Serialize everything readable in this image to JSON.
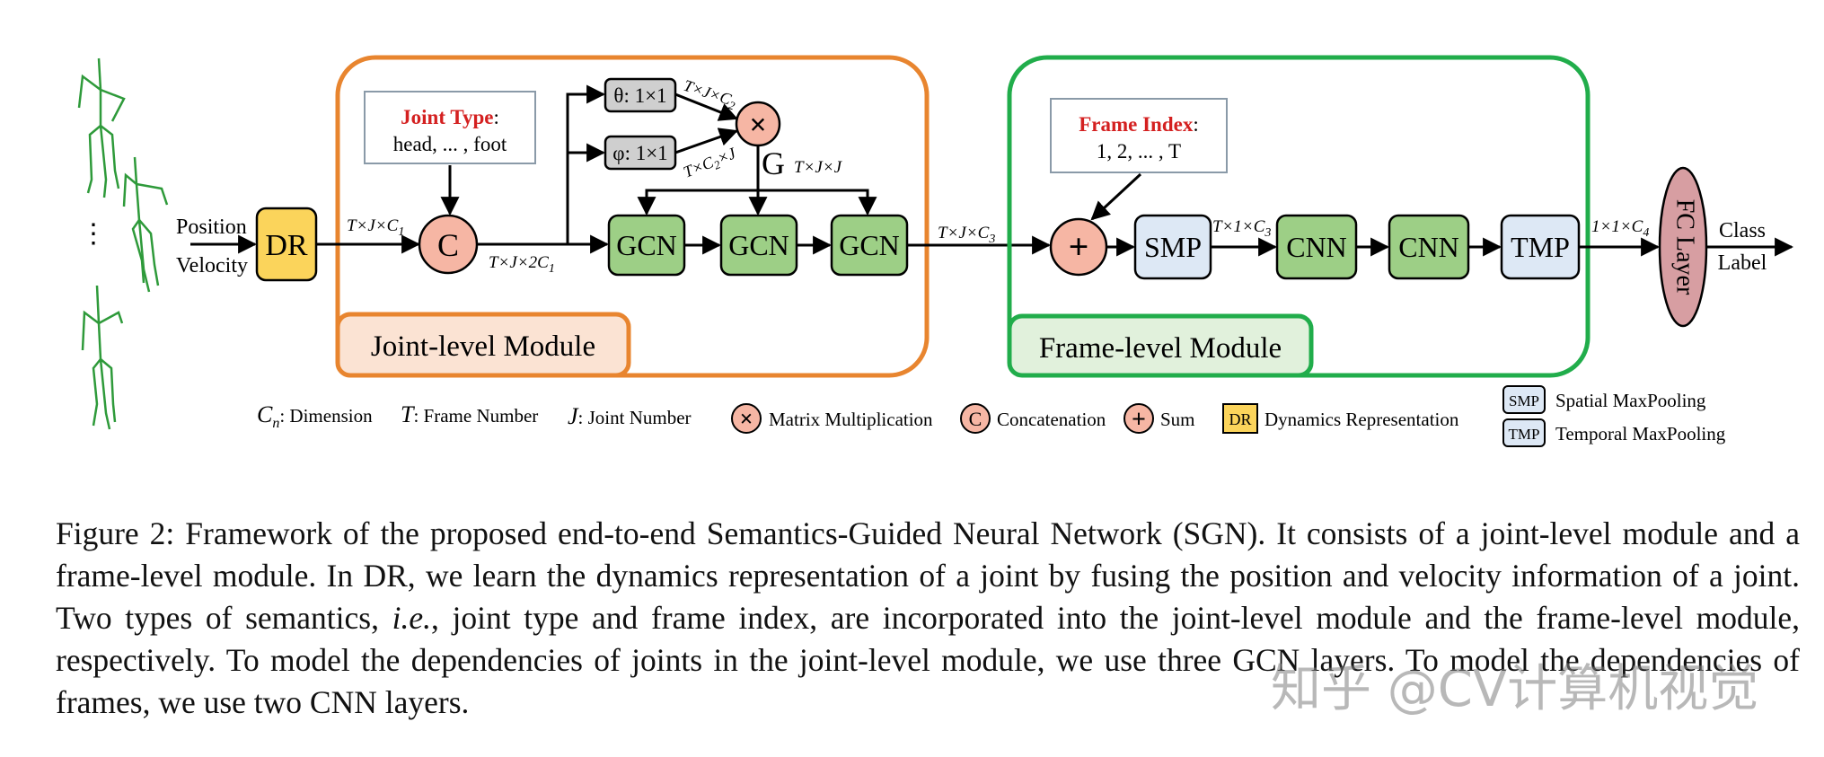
{
  "inputs": {
    "position": "Position",
    "velocity": "Velocity",
    "ellipsis": "⋮"
  },
  "dr": {
    "label": "DR"
  },
  "joint_type": {
    "title": "Joint Type",
    "colon": ":",
    "values": "head, ... , foot"
  },
  "frame_index": {
    "title": "Frame Index",
    "colon": ":",
    "values": "1, 2,  ... , T"
  },
  "ops": {
    "concat": "C",
    "matmul": "×",
    "sum": "+"
  },
  "theta": {
    "label": "θ: 1×1"
  },
  "phi": {
    "label": "φ: 1×1"
  },
  "dims": {
    "tjc1": "T×J×C",
    "tjc1_sub": "1",
    "tj2c1": "T×J×2C",
    "tj2c1_sub": "1",
    "tjc2_top": "T×J×C",
    "tjc2_top_sub": "2",
    "tc2j": "T×C",
    "tc2j_sub": "2",
    "tc2j_tail": "×J",
    "g": "G",
    "gdim": "T×J×J",
    "tjc3": "T×J×C",
    "tjc3_sub": "3",
    "t1c3": "T×1×C",
    "t1c3_sub": "3",
    "c4": "1×1×C",
    "c4_sub": "4"
  },
  "joint_blocks": [
    "GCN",
    "GCN",
    "GCN"
  ],
  "frame_blocks": {
    "smp": "SMP",
    "cnn1": "CNN",
    "cnn2": "CNN",
    "tmp": "TMP"
  },
  "fc": {
    "label": "FC Layer"
  },
  "output": {
    "line1": "Class",
    "line2": "Label"
  },
  "modules": {
    "joint": "Joint-level Module",
    "frame": "Frame-level Module"
  },
  "legend": {
    "cn_sym": "C",
    "cn_sub": "n",
    "cn_text": ": Dimension",
    "t_sym": "T",
    "t_text": ": Frame Number",
    "j_sym": "J",
    "j_text": ": Joint Number",
    "matmul_text": "Matrix Multiplication",
    "concat_text": "Concatenation",
    "sum_text": "Sum",
    "dr_box": "DR",
    "dr_text": "Dynamics Representation",
    "smp_box": "SMP",
    "smp_text": "Spatial MaxPooling",
    "tmp_box": "TMP",
    "tmp_text": "Temporal MaxPooling"
  },
  "caption": {
    "prefix": "Figure 2:  Framework of the proposed end-to-end Semantics-Guided Neural Network (SGN). It consists of a joint-level module and a frame-level module. In DR, we learn the dynamics representation of a joint by fusing the position and velocity information of a joint. Two types of semantics, ",
    "ie": "i.e.",
    "suffix": ", joint type and frame index, are incorporated into the joint-level module and the frame-level module, respectively. To model the dependencies of joints in the joint-level module, we use three GCN layers. To model the dependencies of frames, we use two CNN layers."
  },
  "watermark": "知乎 @CV计算机视觉",
  "colors": {
    "joint_border": "#e8852f",
    "joint_fill": "#fbe3d3",
    "frame_border": "#21ad4b",
    "frame_fill": "#e1f1dc",
    "green_block": "#9dcf86",
    "blue_block": "#dde8f5",
    "dr_yellow": "#fbd45b",
    "op_pink": "#f6b6a4",
    "fc_pink": "#d79ea2",
    "red_text": "#d42020",
    "skeleton": "#2e9a3a"
  }
}
